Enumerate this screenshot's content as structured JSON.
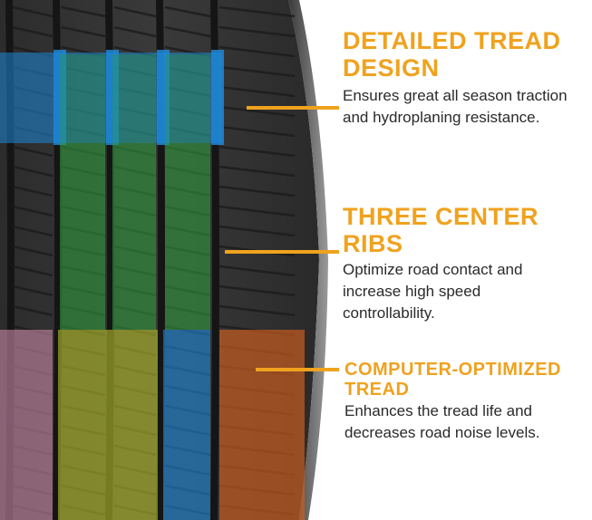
{
  "colors": {
    "accent_orange": "#f0a21e",
    "body_text": "#2a2a2a",
    "zone_blue": "#1e88d8",
    "zone_green": "#2e9a3c",
    "zone_pink": "#c98aa6",
    "zone_yellow": "#b8c02a",
    "zone_orange": "#d2601e"
  },
  "image": {
    "icon": "tire-tread-closeup"
  },
  "features": [
    {
      "title": "DETAILED TREAD DESIGN",
      "description": "Ensures great all season traction and hydroplaning resistance."
    },
    {
      "title": "THREE CENTER RIBS",
      "description": "Optimize road contact and increase high speed controllability."
    },
    {
      "title": "COMPUTER-OPTIMIZED TREAD",
      "description": "Enhances the tread life and decreases road noise levels."
    }
  ]
}
